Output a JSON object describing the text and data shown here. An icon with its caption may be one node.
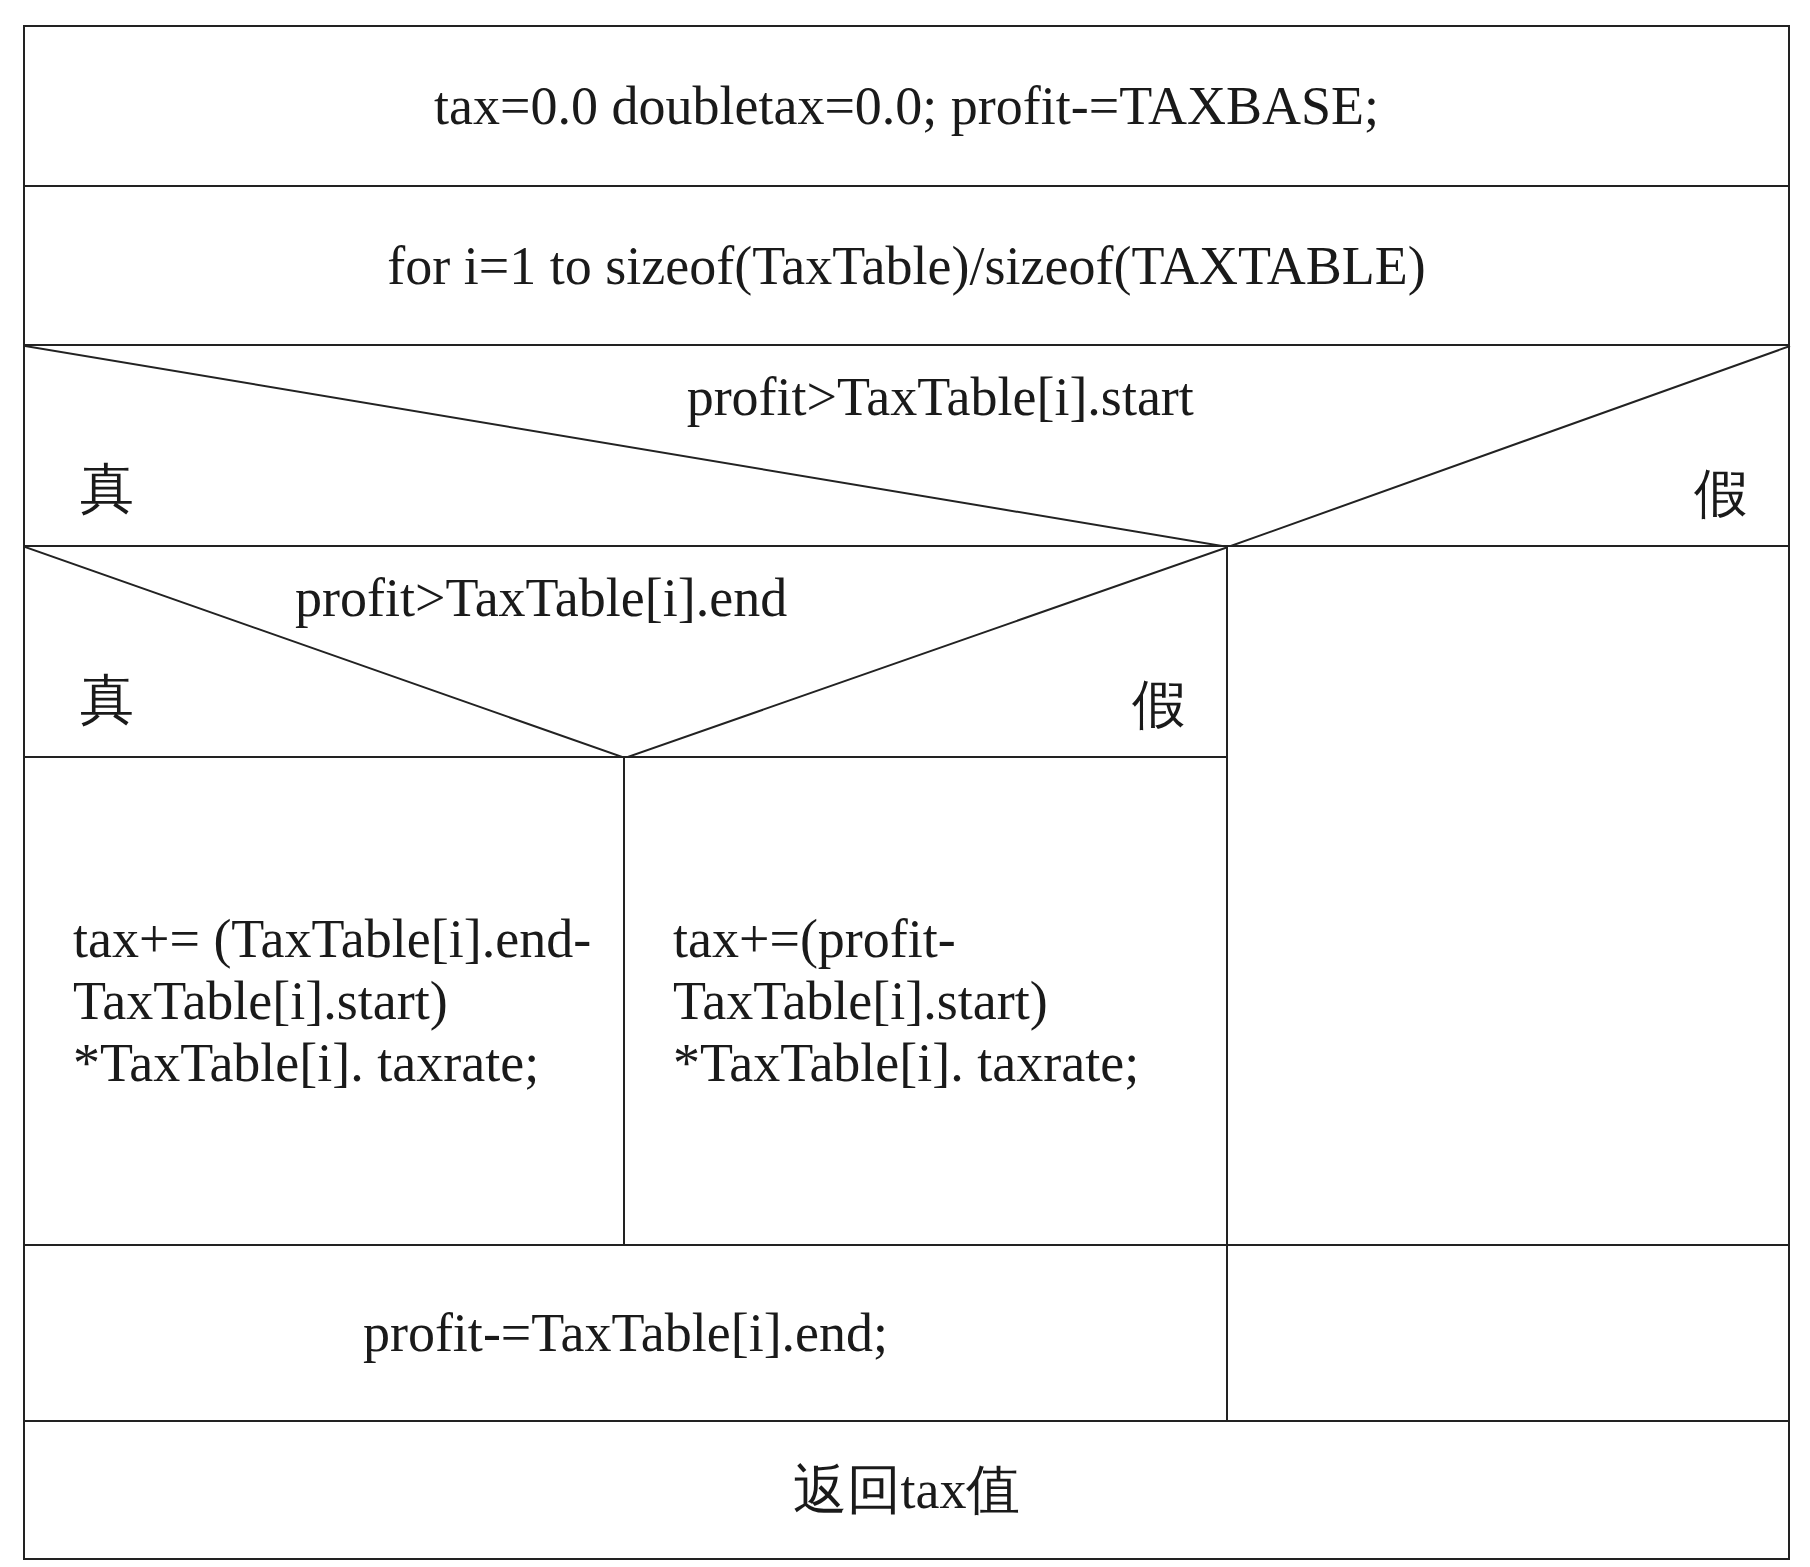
{
  "diagram": {
    "nodes": [
      {
        "text": [
          "tax=0.0 doubletax=0.0;  profit-=TAXBASE;"
        ]
      },
      {
        "text": [
          "for i=1 to sizeof(TaxTable)/sizeof(TAXTABLE)"
        ]
      },
      {
        "text": [
          "profit>TaxTable[i].start",
          "真",
          "假"
        ]
      },
      {
        "text": [
          "profit>TaxTable[i].end",
          "真",
          "假"
        ]
      },
      {
        "text": [
          "tax+= (TaxTable[i].end- TaxTable[i].start) *TaxTable[i]. taxrate;"
        ]
      },
      {
        "text": [
          "tax+=(profit- TaxTable[i].start) *TaxTable[i]. taxrate;"
        ]
      },
      {
        "text": [],
        "shape": "box"
      },
      {
        "text": [
          "profit-=TaxTable[i].end;"
        ]
      },
      {
        "text": [],
        "shape": "box"
      },
      {
        "text": [
          "返回tax值"
        ]
      }
    ],
    "edges": []
  }
}
